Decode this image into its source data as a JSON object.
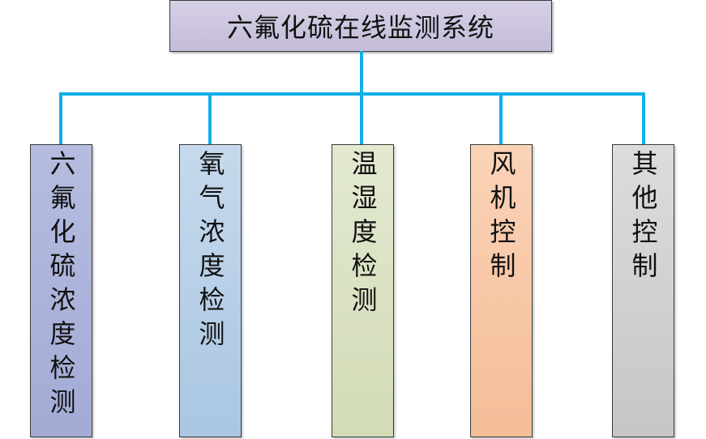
{
  "root": {
    "label": "六氟化硫在线监测系统"
  },
  "children": [
    {
      "label": "六氟化硫浓度检测",
      "color": "#a9b0d8"
    },
    {
      "label": "氧气浓度检测",
      "color": "#b5cde6"
    },
    {
      "label": "温湿度检测",
      "color": "#d8e0c0"
    },
    {
      "label": "风机控制",
      "color": "#f7c6a3"
    },
    {
      "label": "其他控制",
      "color": "#cfcfcf"
    }
  ],
  "connector_color": "#12aee6"
}
